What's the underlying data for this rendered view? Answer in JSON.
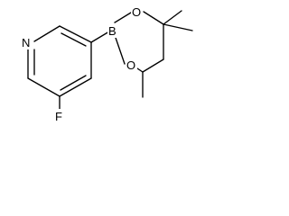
{
  "molecule": {
    "atoms": {
      "n": "N",
      "b": "B",
      "o_top": "O",
      "o_bottom": "O",
      "f": "F"
    }
  }
}
